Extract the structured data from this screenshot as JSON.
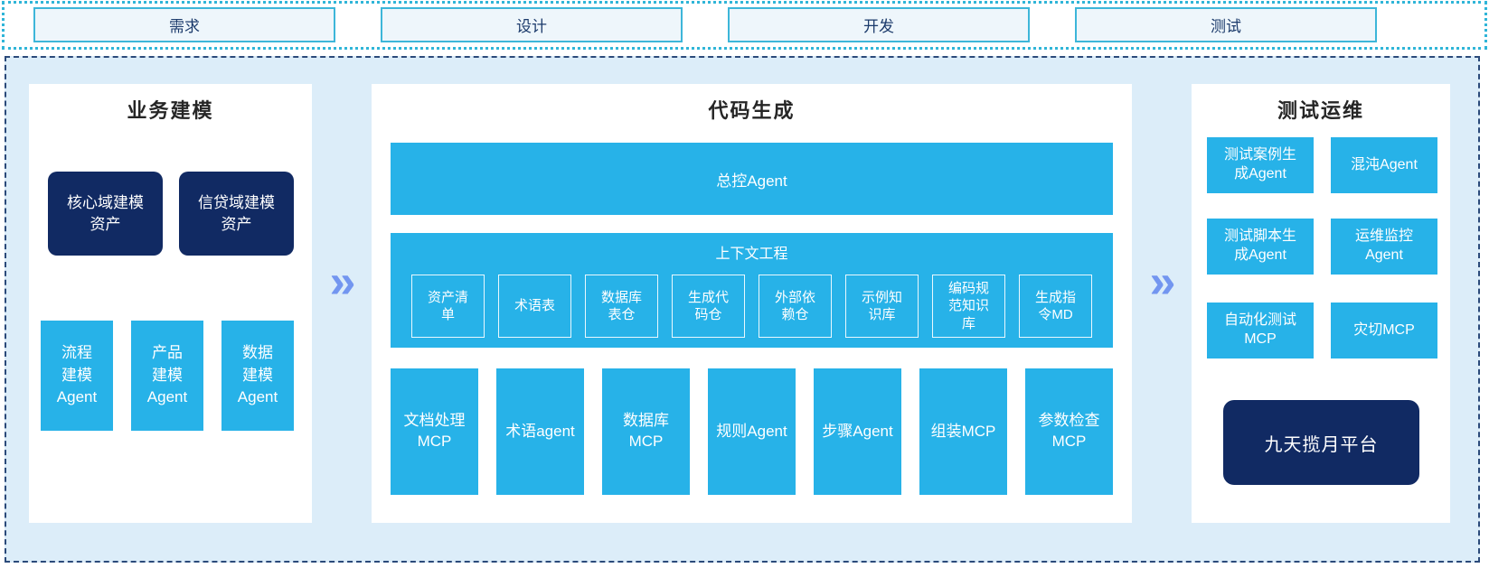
{
  "colors": {
    "cyan": "#27b2e8",
    "navy": "#112a63",
    "chevron_blue": "#7396f0",
    "strip_border": "#2fb5d8",
    "container_border": "#2b4a7a",
    "container_bg": "#dcedf9",
    "phase_box_bg": "#eef6fb",
    "phase_text": "#1b3a6b"
  },
  "phases": {
    "items": [
      {
        "label": "需求"
      },
      {
        "label": "设计"
      },
      {
        "label": "开发"
      },
      {
        "label": "测试"
      }
    ]
  },
  "flow_arrow": {
    "glyph": "»"
  },
  "business_modeling": {
    "title": "业务建模",
    "assets": [
      {
        "label": "核心域建模\n资产"
      },
      {
        "label": "信贷域建模\n资产"
      }
    ],
    "agents": [
      {
        "label": "流程\n建模\nAgent"
      },
      {
        "label": "产品\n建模\nAgent"
      },
      {
        "label": "数据\n建模\nAgent"
      }
    ]
  },
  "code_generation": {
    "title": "代码生成",
    "master_agent_label": "总控Agent",
    "context_engineering": {
      "title": "上下文工程",
      "items": [
        {
          "label": "资产清\n单"
        },
        {
          "label": "术语表"
        },
        {
          "label": "数据库\n表仓"
        },
        {
          "label": "生成代\n码仓"
        },
        {
          "label": "外部依\n赖仓"
        },
        {
          "label": "示例知\n识库"
        },
        {
          "label": "编码规\n范知识\n库"
        },
        {
          "label": "生成指\n令MD"
        }
      ]
    },
    "tools": [
      {
        "label": "文档处理\nMCP"
      },
      {
        "label": "术语agent"
      },
      {
        "label": "数据库\nMCP"
      },
      {
        "label": "规则Agent"
      },
      {
        "label": "步骤Agent"
      },
      {
        "label": "组装MCP"
      },
      {
        "label": "参数检查\nMCP"
      }
    ]
  },
  "test_ops": {
    "title": "测试运维",
    "agents": [
      {
        "label": "测试案例生\n成Agent"
      },
      {
        "label": "混沌Agent"
      },
      {
        "label": "测试脚本生\n成Agent"
      },
      {
        "label": "运维监控\nAgent"
      },
      {
        "label": "自动化测试\nMCP"
      },
      {
        "label": "灾切MCP"
      }
    ],
    "platform_label": "九天揽月平台"
  }
}
